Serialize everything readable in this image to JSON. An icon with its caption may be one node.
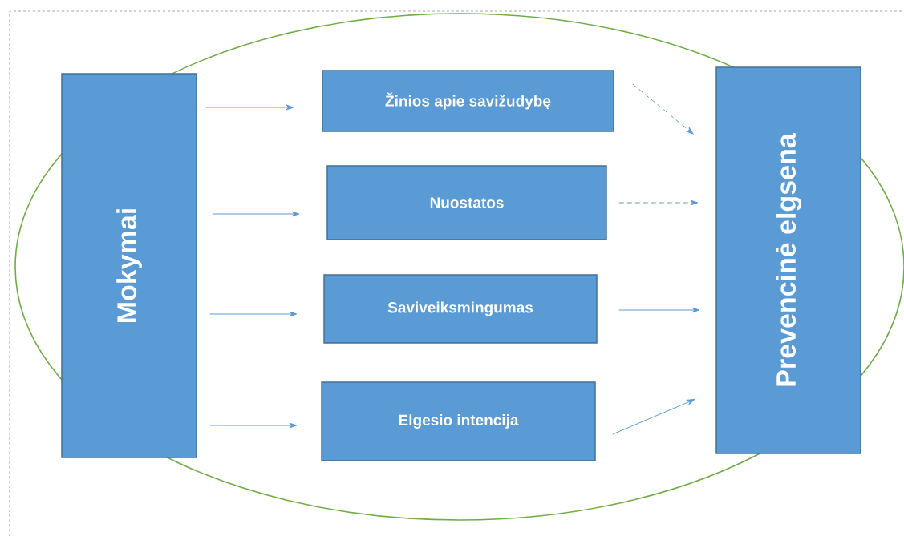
{
  "diagram": {
    "nodes": [
      {
        "text": [
          "Mokymai"
        ]
      },
      {
        "text": [
          "Žinios apie savižudybę"
        ]
      },
      {
        "text": [
          "Nuostatos"
        ]
      },
      {
        "text": [
          "Saviveiksmingumas"
        ]
      },
      {
        "text": [
          "Elgesio intencija"
        ]
      },
      {
        "text": [
          "Prevencinė elgsena"
        ]
      }
    ],
    "edges": [
      {
        "from": 0,
        "to": 1,
        "arrow": "to"
      },
      {
        "from": 0,
        "to": 2,
        "arrow": "to"
      },
      {
        "from": 0,
        "to": 3,
        "arrow": "to"
      },
      {
        "from": 0,
        "to": 4,
        "arrow": "to"
      },
      {
        "from": 1,
        "to": 5,
        "arrow": "to",
        "style": "dashed"
      },
      {
        "from": 2,
        "to": 5,
        "arrow": "to",
        "style": "dashed"
      },
      {
        "from": 3,
        "to": 5,
        "arrow": "to"
      },
      {
        "from": 4,
        "to": 5,
        "arrow": "to"
      }
    ]
  }
}
